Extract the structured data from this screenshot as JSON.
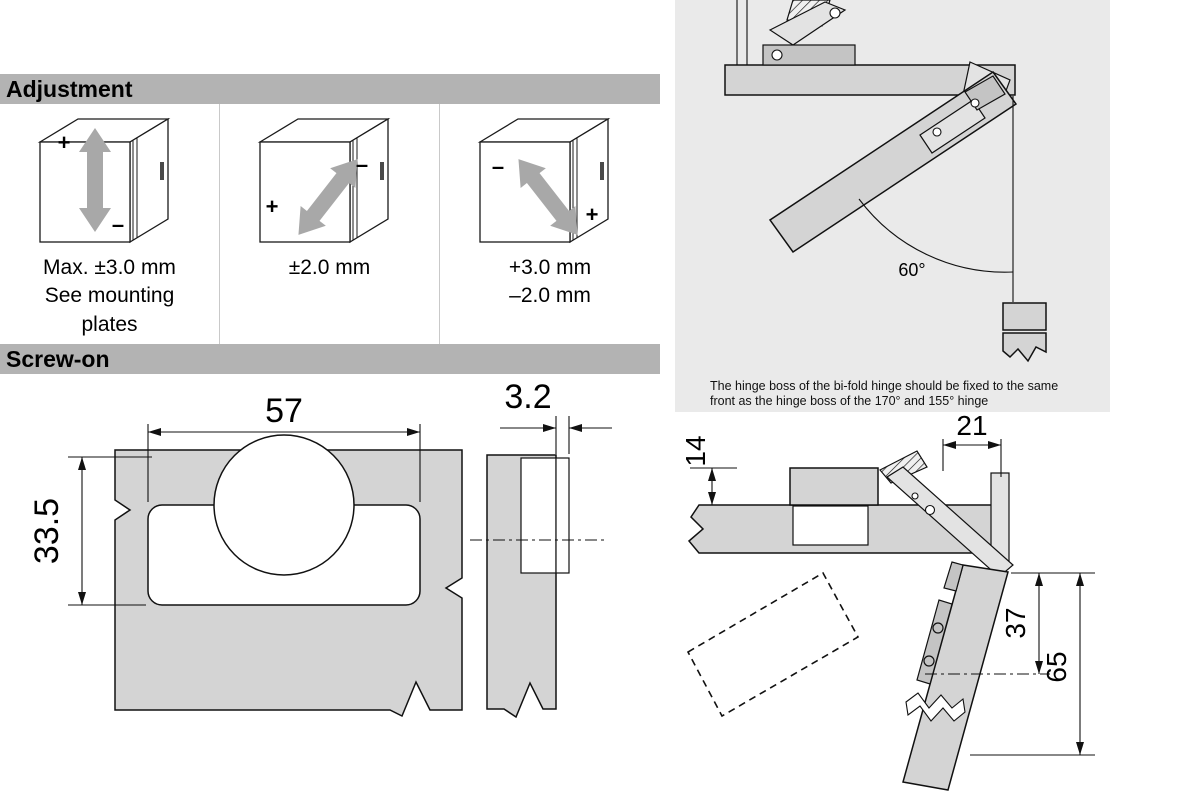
{
  "colors": {
    "section_header_bg": "#b3b3b3",
    "right_panel_bg": "#eaeaea",
    "drawing_gray": "#d4d4d4"
  },
  "adjustment": {
    "title": "Adjustment",
    "cabinets": [
      {
        "sign_top": "+",
        "sign_bottom": "–"
      },
      {
        "sign_left": "+",
        "sign_right": "–"
      },
      {
        "sign_left": "–",
        "sign_right": "+"
      }
    ],
    "labels": {
      "col1": "Max. ±3.0 mm\nSee mounting\nplates",
      "col2": "±2.0 mm",
      "col3": "+3.0 mm\n–2.0 mm"
    }
  },
  "screw_on": {
    "title": "Screw-on",
    "dims": {
      "width": "57",
      "plate_height": "33.5",
      "thickness": "3.2"
    }
  },
  "bifold": {
    "angle": "60°",
    "note": "The hinge boss of the bi-fold hinge should be fixed to the same\nfront as the hinge boss of the 170° and 155° hinge"
  },
  "corner": {
    "dims": {
      "plate_height_offset": "14",
      "arm_depth": "21",
      "boss_first": "37",
      "boss_second": "65"
    }
  }
}
